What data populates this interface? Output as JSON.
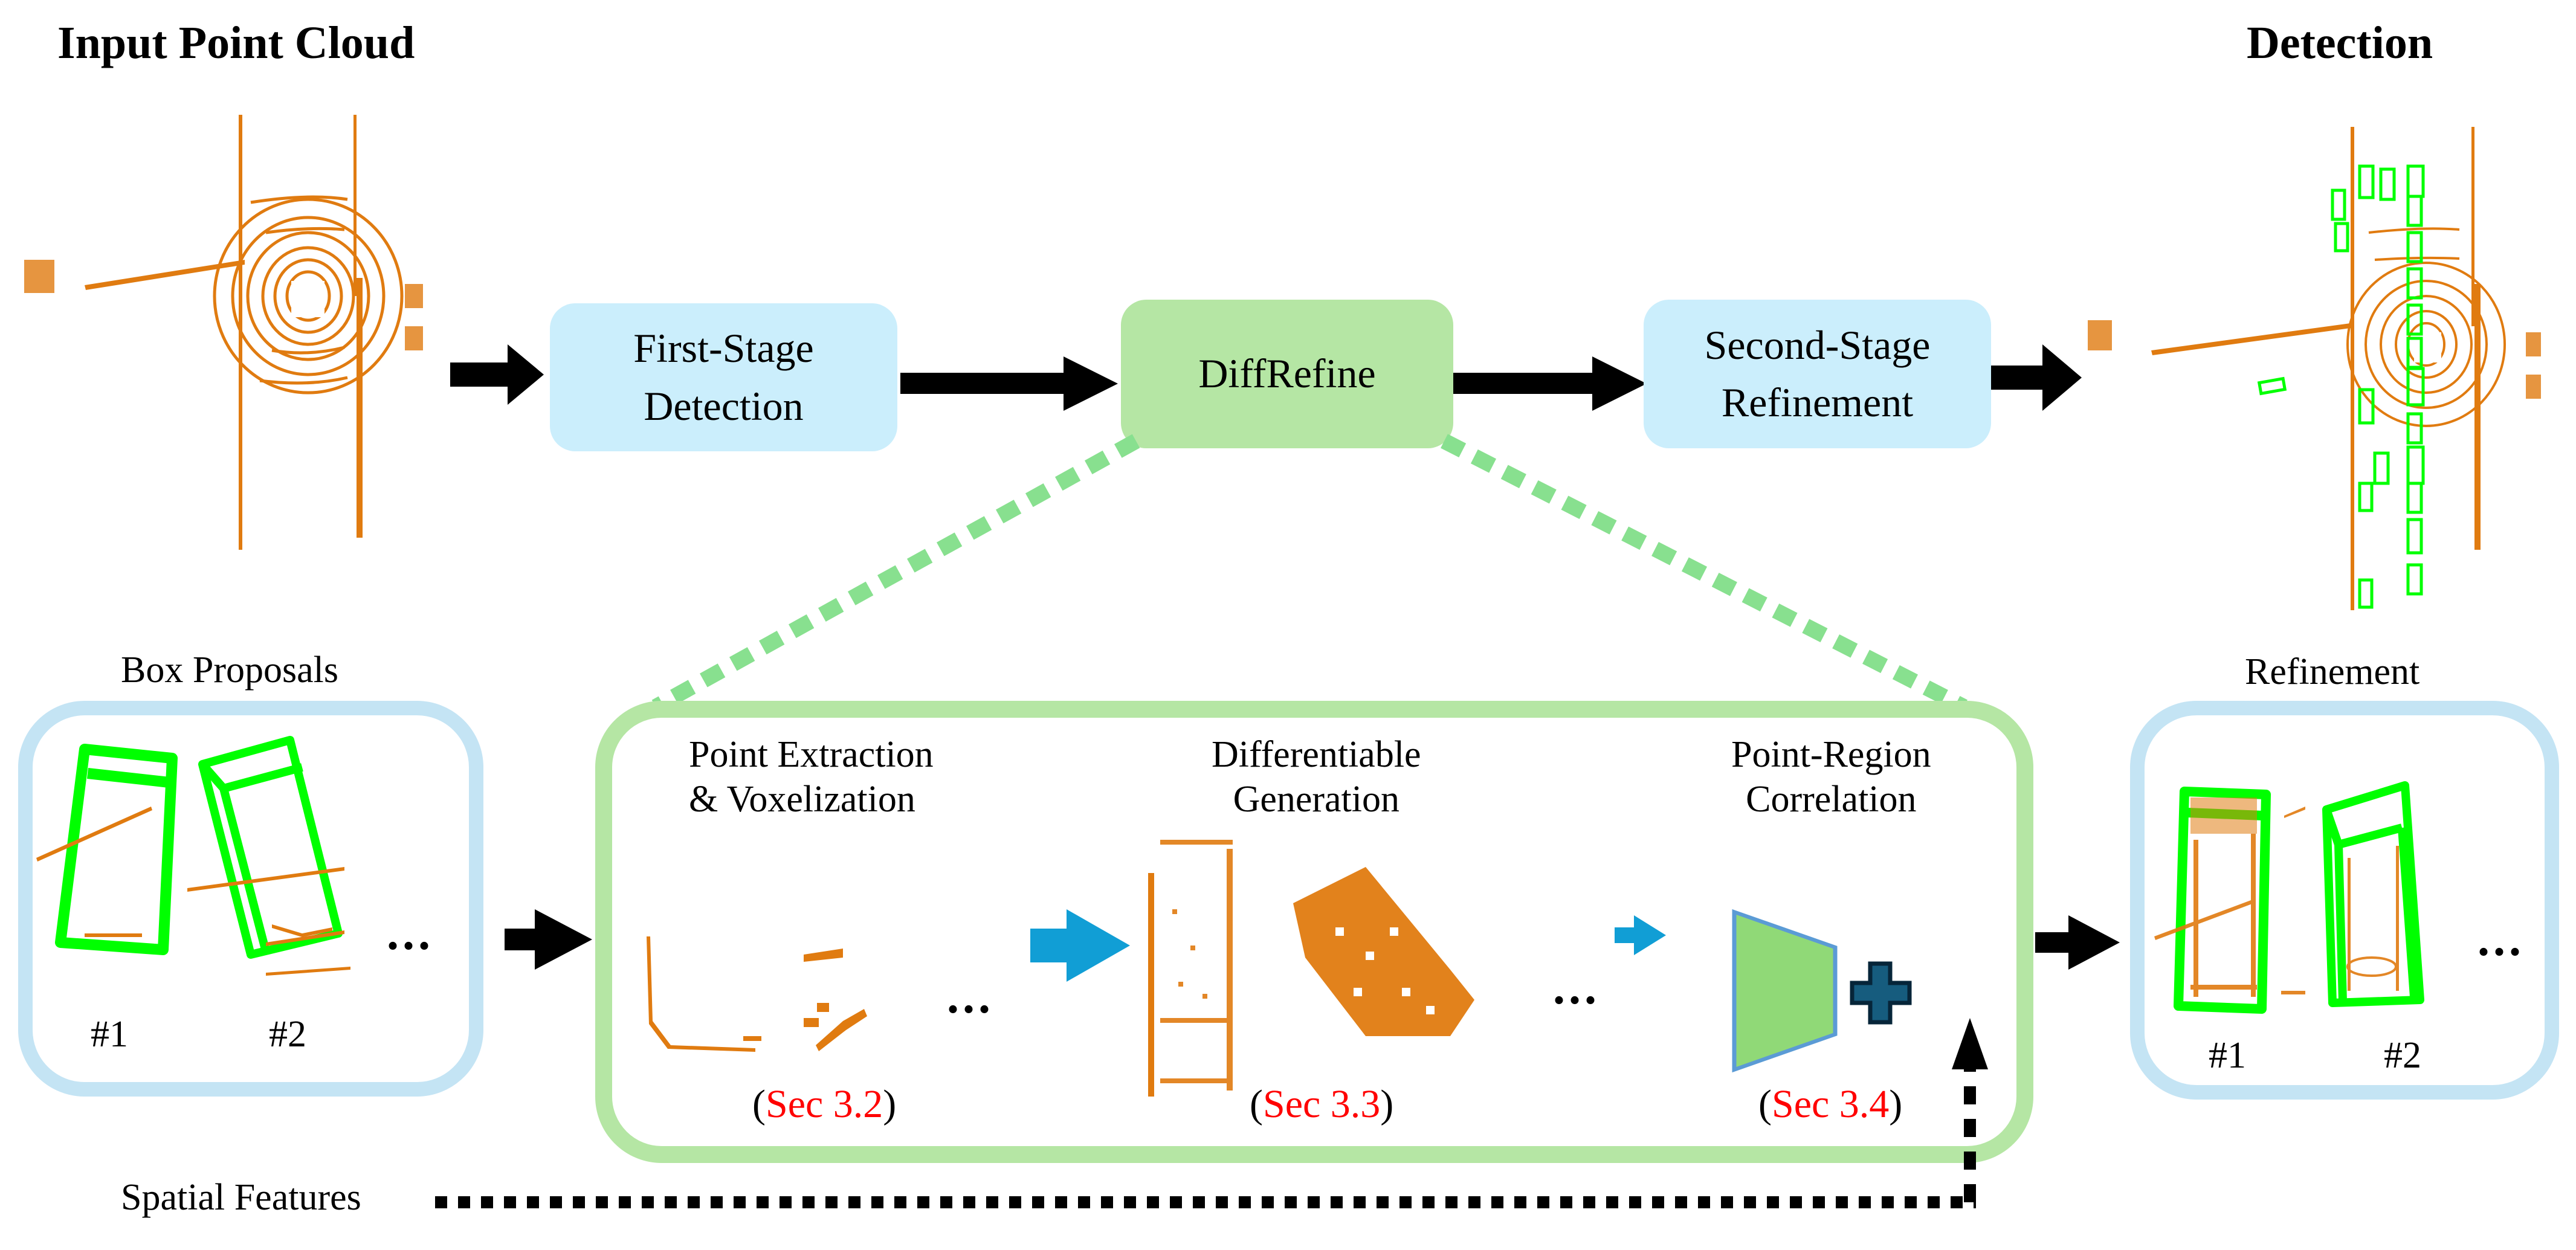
{
  "header": {
    "input_title": "Input Point Cloud",
    "output_title": "Detection"
  },
  "pipeline": {
    "first_stage": {
      "line1": "First-Stage",
      "line2": "Detection"
    },
    "diffrefine": {
      "label": "DiffRefine"
    },
    "second_stage": {
      "line1": "Second-Stage",
      "line2": "Refinement"
    }
  },
  "proposals": {
    "title": "Box Proposals",
    "items": [
      "#1",
      "#2"
    ],
    "ellipsis": "..."
  },
  "refinement": {
    "title": "Refinement",
    "items": [
      "#1",
      "#2"
    ],
    "ellipsis": "..."
  },
  "diffrefine_detail": {
    "stages": [
      {
        "line1": "Point Extraction",
        "line2": "& Voxelization",
        "sec_open": "(",
        "sec": "Sec 3.2",
        "sec_close": ")"
      },
      {
        "line1": "Differentiable",
        "line2": "Generation",
        "sec_open": "(",
        "sec": "Sec 3.3",
        "sec_close": ")"
      },
      {
        "line1": "Point-Region",
        "line2": "Correlation",
        "sec_open": "(",
        "sec": "Sec 3.4",
        "sec_close": ")"
      }
    ],
    "ellipsis": "..."
  },
  "spatial_features": {
    "label": "Spatial Features"
  },
  "colors": {
    "points": "#e07b10",
    "box_green": "#00ff00",
    "stage_blue": "#cbeefc",
    "stage_green": "#b5e6a4",
    "dash_green": "#88e08f",
    "arrow_blue": "#119ed5",
    "trapezoid_fill": "#90d977",
    "trapezoid_stroke": "#5b9bd5",
    "plus_fill": "#165c7e",
    "plus_stroke": "#062539",
    "section_ref": "#ff0000"
  }
}
